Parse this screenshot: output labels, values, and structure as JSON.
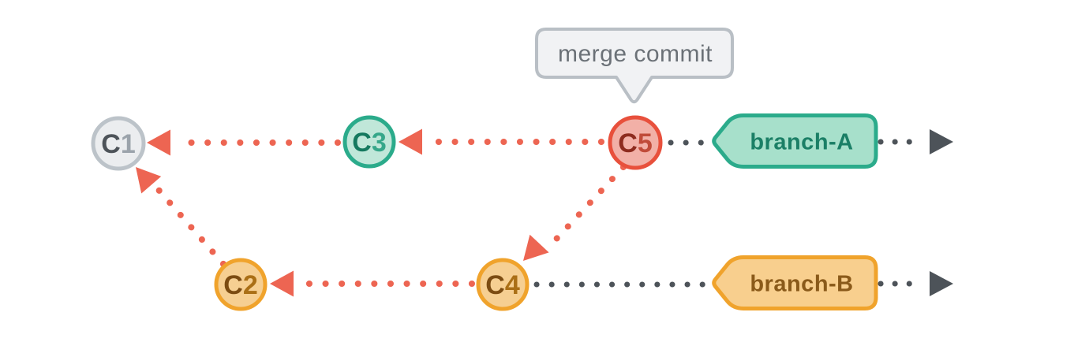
{
  "tooltip": {
    "label": "merge commit"
  },
  "commits": [
    {
      "name": "C1",
      "prefix": "C",
      "number": "1",
      "color_scheme": "gray"
    },
    {
      "name": "C2",
      "prefix": "C",
      "number": "2",
      "color_scheme": "orange"
    },
    {
      "name": "C3",
      "prefix": "C",
      "number": "3",
      "color_scheme": "teal"
    },
    {
      "name": "C4",
      "prefix": "C",
      "number": "4",
      "color_scheme": "orange"
    },
    {
      "name": "C5",
      "prefix": "C",
      "number": "5",
      "color_scheme": "red"
    }
  ],
  "branches": [
    {
      "label": "branch-A",
      "color_scheme": "teal"
    },
    {
      "label": "branch-B",
      "color_scheme": "orange"
    }
  ],
  "icons": {
    "timeline_forward_arrow": "right-triangle",
    "commit_parent_arrow": "left-triangle"
  },
  "colors": {
    "accent_red": "#ed6552",
    "teal": "#2bab8b",
    "teal_fill": "#a7e0cb",
    "teal_text": "#1b7f66",
    "orange": "#f0a32c",
    "orange_fill": "#f8cf8e",
    "orange_text": "#8a5a1a",
    "gray_dark": "#4d5359",
    "node_gray_fill": "#ebedef",
    "node_gray_border": "#bcc3c9",
    "node_red_fill": "#f2b0a7",
    "node_red_border": "#e8503c",
    "tooltip_fill": "#f1f2f4",
    "tooltip_border": "#b9bfc5",
    "tooltip_text": "#6b7177",
    "background": "#ffffff"
  }
}
